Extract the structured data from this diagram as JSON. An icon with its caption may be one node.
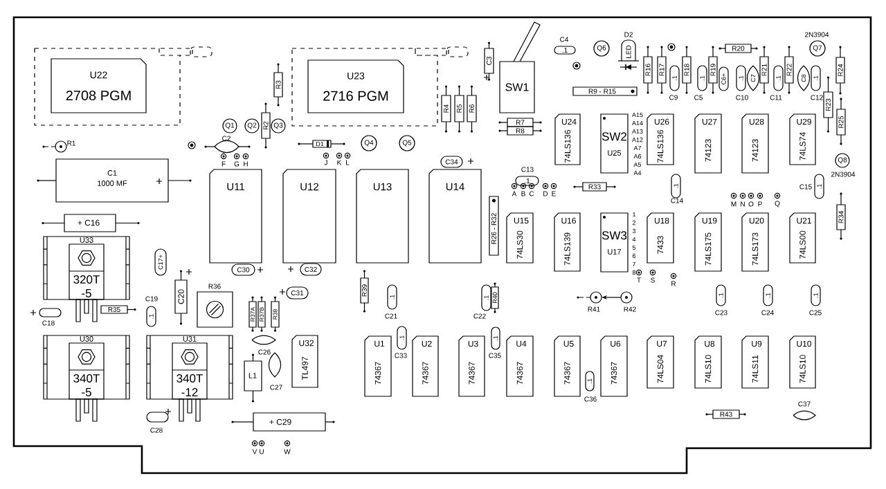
{
  "diagram": {
    "nodes": [
      {
        "text": [
          "U22",
          "2708 PGM"
        ]
      },
      {
        "text": [
          "U23",
          "2716 PGM"
        ]
      },
      {
        "text": [
          "R3"
        ]
      },
      {
        "text": [
          "R2"
        ]
      },
      {
        "text": [
          "Q1"
        ]
      },
      {
        "text": [
          "Q2"
        ]
      },
      {
        "text": [
          "Q3"
        ]
      },
      {
        "text": [],
        "shape": "capacitor",
        "beside": [
          "C2"
        ]
      },
      {
        "text": [],
        "shape": "circle",
        "beside": [
          "R1"
        ]
      },
      {
        "text": [
          "C1",
          "1000 MF"
        ]
      },
      {
        "text": [
          "+ C16"
        ]
      },
      {
        "text": [
          "U33",
          "320T",
          "-5"
        ]
      },
      {
        "text": [
          "R35"
        ]
      },
      {
        "text": [],
        "shape": "capacitor",
        "beside": [
          "C18"
        ]
      },
      {
        "text": [
          "C17+"
        ]
      },
      {
        "text": [
          "C20"
        ]
      },
      {
        "text": [
          ".1"
        ],
        "beside": [
          "C19"
        ]
      },
      {
        "text": [],
        "shape": "box",
        "beside": [
          "R36"
        ]
      },
      {
        "text": [
          "C30"
        ]
      },
      {
        "text": [
          "C32"
        ]
      },
      {
        "text": [
          "C31"
        ]
      },
      {
        "text": [
          "R37A"
        ]
      },
      {
        "text": [
          "R37B"
        ]
      },
      {
        "text": [
          "R38"
        ]
      },
      {
        "text": [],
        "shape": "capacitor",
        "beside": [
          "C26"
        ]
      },
      {
        "text": [
          "U30",
          "340T",
          "-5"
        ]
      },
      {
        "text": [
          "U31",
          "340T",
          "-12"
        ]
      },
      {
        "text": [
          "L1"
        ]
      },
      {
        "text": [],
        "shape": "capacitor",
        "beside": [
          "C27"
        ]
      },
      {
        "text": [],
        "shape": "capacitor",
        "beside": [
          "C28"
        ]
      },
      {
        "text": [
          "U32",
          "TL497"
        ]
      },
      {
        "text": [
          "+ C29"
        ]
      },
      {
        "text": [
          "D1"
        ]
      },
      {
        "text": [
          "Q4"
        ]
      },
      {
        "text": [
          "Q5"
        ]
      },
      {
        "text": [
          "R4"
        ]
      },
      {
        "text": [
          "R5"
        ]
      },
      {
        "text": [
          "R6"
        ]
      },
      {
        "text": [
          "C3"
        ]
      },
      {
        "text": [
          "SW1"
        ]
      },
      {
        "text": [
          "R7"
        ]
      },
      {
        "text": [
          "R8"
        ]
      },
      {
        "text": [
          ".1"
        ],
        "beside": [
          "C4"
        ]
      },
      {
        "text": [
          "Q6"
        ]
      },
      {
        "text": [
          "LED"
        ],
        "beside": [
          "D2"
        ]
      },
      {
        "text": [
          "R9 - R15"
        ]
      },
      {
        "text": [
          "R16"
        ]
      },
      {
        "text": [
          "R17"
        ]
      },
      {
        "text": [
          ".1"
        ],
        "beside": [
          "C9"
        ]
      },
      {
        "text": [
          "R18"
        ]
      },
      {
        "text": [
          ".1"
        ],
        "beside": [
          "C5"
        ]
      },
      {
        "text": [
          "R19"
        ]
      },
      {
        "text": [
          "C6+"
        ]
      },
      {
        "text": [
          ".1"
        ],
        "beside": [
          "C10"
        ]
      },
      {
        "text": [
          "C7"
        ]
      },
      {
        "text": [
          "R20"
        ]
      },
      {
        "text": [
          "R21"
        ]
      },
      {
        "text": [
          ".1"
        ],
        "beside": [
          "C11"
        ]
      },
      {
        "text": [
          "R22"
        ]
      },
      {
        "text": [
          "C8"
        ]
      },
      {
        "text": [
          ".1"
        ],
        "beside": [
          "C12"
        ]
      },
      {
        "text": [
          "Q7"
        ],
        "beside": [
          "2N3904"
        ]
      },
      {
        "text": [
          "R24"
        ]
      },
      {
        "text": [
          "R23"
        ]
      },
      {
        "text": [
          "R25"
        ]
      },
      {
        "text": [
          "Q8"
        ],
        "beside": [
          "2N3904"
        ]
      },
      {
        "text": [
          ".1"
        ],
        "beside": [
          "C15"
        ]
      },
      {
        "text": [
          "R34"
        ]
      },
      {
        "text": [
          "C34"
        ]
      },
      {
        "text": [
          ".1"
        ],
        "beside": [
          "C13"
        ]
      },
      {
        "text": [
          "R33"
        ]
      },
      {
        "text": [
          "R26 - R32"
        ]
      },
      {
        "text": [
          "U24",
          "74LS136"
        ]
      },
      {
        "text": [
          "SW2",
          "U25"
        ]
      },
      {
        "text": [
          "U26",
          "74LS136"
        ]
      },
      {
        "text": [
          "U27",
          "74123"
        ]
      },
      {
        "text": [
          "U28",
          "74123"
        ]
      },
      {
        "text": [
          "U29",
          "74LS74"
        ]
      },
      {
        "text": [
          ".1"
        ],
        "beside": [
          "C14"
        ]
      },
      {
        "text": [
          "U11"
        ]
      },
      {
        "text": [
          "U12"
        ]
      },
      {
        "text": [
          "U13"
        ]
      },
      {
        "text": [
          "U14"
        ]
      },
      {
        "text": [
          "U15",
          "74LS30"
        ]
      },
      {
        "text": [
          "U16",
          "74LS139"
        ]
      },
      {
        "text": [
          "SW3",
          "U17"
        ]
      },
      {
        "text": [
          "U18",
          "7433"
        ]
      },
      {
        "text": [
          "U19",
          "74LS175"
        ]
      },
      {
        "text": [
          "U20",
          "74LS173"
        ]
      },
      {
        "text": [
          "U21",
          "74LS00"
        ]
      },
      {
        "text": [
          "R39"
        ]
      },
      {
        "text": [
          ".1"
        ],
        "beside": [
          "C21"
        ]
      },
      {
        "text": [
          ".1"
        ],
        "beside": [
          "C22"
        ]
      },
      {
        "text": [
          "R40"
        ]
      },
      {
        "text": [],
        "shape": "circle",
        "beside": [
          "R41"
        ]
      },
      {
        "text": [],
        "shape": "circle",
        "beside": [
          "R42"
        ]
      },
      {
        "text": [
          ".1"
        ],
        "beside": [
          "C23"
        ]
      },
      {
        "text": [
          ".1"
        ],
        "beside": [
          "C24"
        ]
      },
      {
        "text": [
          ".1"
        ],
        "beside": [
          "C25"
        ]
      },
      {
        "text": [
          "U1",
          "74367"
        ]
      },
      {
        "text": [
          ".1"
        ],
        "beside": [
          "C33"
        ]
      },
      {
        "text": [
          "U2",
          "74367"
        ]
      },
      {
        "text": [
          "U3",
          "74367"
        ]
      },
      {
        "text": [
          ".1"
        ],
        "beside": [
          "C35"
        ]
      },
      {
        "text": [
          "U4",
          "74367"
        ]
      },
      {
        "text": [
          "U5",
          "74367"
        ]
      },
      {
        "text": [
          ".1"
        ],
        "beside": [
          "C36"
        ]
      },
      {
        "text": [
          "U6",
          "74367"
        ]
      },
      {
        "text": [
          "U7",
          "74LS04"
        ]
      },
      {
        "text": [
          "U8",
          "74LS10"
        ]
      },
      {
        "text": [
          "U9",
          "74LS11"
        ]
      },
      {
        "text": [
          "U10",
          "74LS10"
        ]
      },
      {
        "text": [
          "R43"
        ]
      },
      {
        "text": [],
        "shape": "capacitor",
        "beside": [
          "C37"
        ]
      },
      {
        "text": [],
        "shape": "box"
      },
      {
        "text": [],
        "shape": "box"
      }
    ],
    "edges": [
      {
        "from": 95,
        "to": 94,
        "arrow": "to"
      }
    ],
    "labels": [
      "F",
      "G",
      "H",
      "J",
      "K",
      "L",
      "A15",
      "A14",
      "A13",
      "A12",
      "A7",
      "A6",
      "A5",
      "A4",
      "A",
      "B",
      "C",
      "D",
      "E",
      "M",
      "N",
      "O",
      "P",
      "Q",
      "1",
      "2",
      "3",
      "4",
      "5",
      "6",
      "7",
      "8",
      "T",
      "S",
      "R",
      "V",
      "U",
      "W"
    ]
  }
}
